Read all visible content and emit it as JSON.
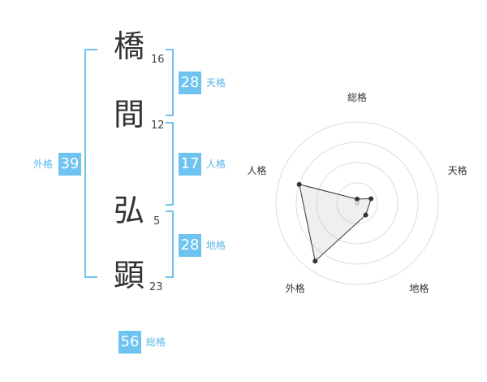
{
  "name": {
    "chars": [
      {
        "char": "橋",
        "strokes": "16"
      },
      {
        "char": "間",
        "strokes": "12"
      },
      {
        "char": "弘",
        "strokes": "5"
      },
      {
        "char": "顕",
        "strokes": "23"
      }
    ]
  },
  "fortune": {
    "tenkaku": {
      "value": "28",
      "label": "天格"
    },
    "jinkaku": {
      "value": "17",
      "label": "人格"
    },
    "chikaku": {
      "value": "28",
      "label": "地格"
    },
    "gaikaku": {
      "value": "39",
      "label": "外格"
    },
    "soukaku": {
      "value": "56",
      "label": "総格"
    }
  },
  "chart_data": {
    "type": "radar",
    "axes": [
      "総格",
      "天格",
      "地格",
      "外格",
      "人格"
    ],
    "values": [
      0.05,
      0.18,
      0.18,
      0.88,
      0.75
    ],
    "range": [
      0,
      1
    ],
    "rings": 4,
    "grid": true
  }
}
